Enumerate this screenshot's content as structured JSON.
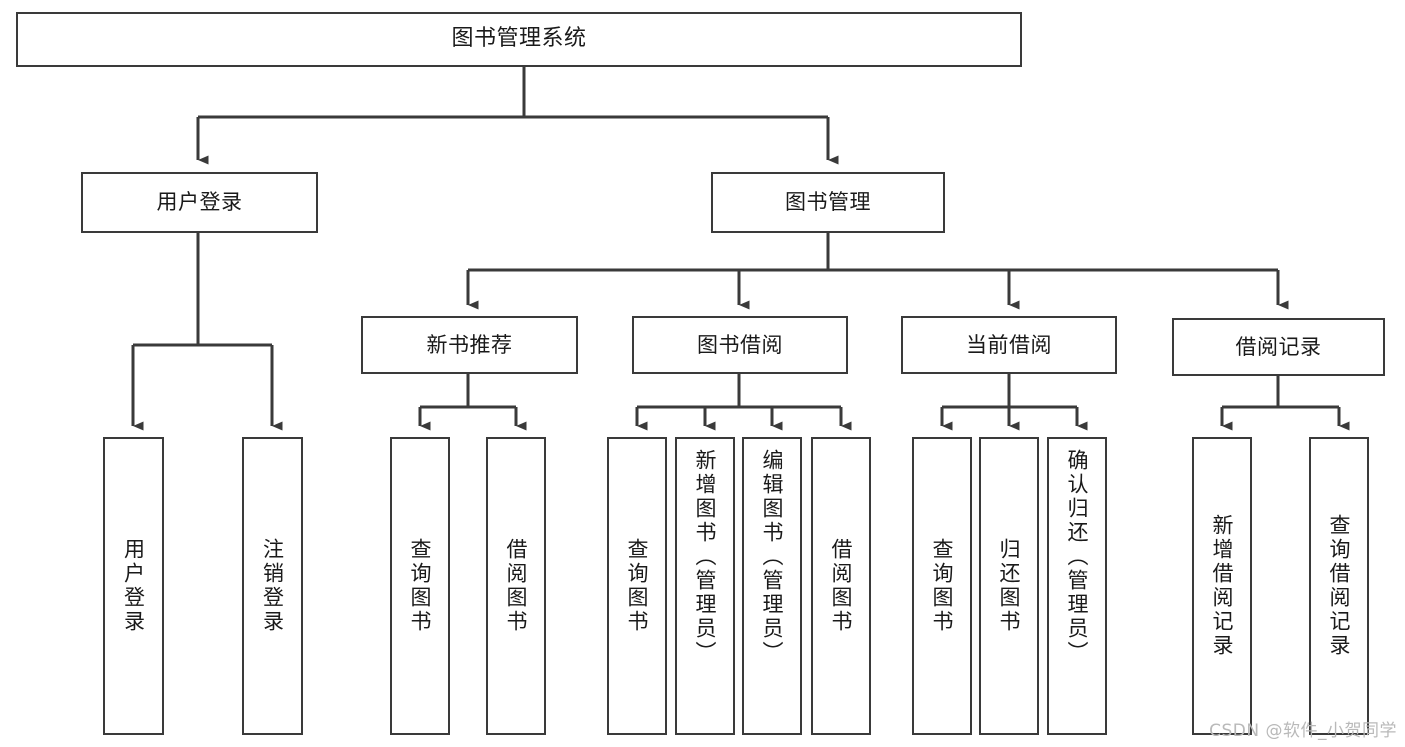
{
  "diagram": {
    "title": "图书管理系统",
    "type": "功能结构图",
    "watermark": "CSDN @软件_小贺同学",
    "colors": {
      "border": "#3a3a3a",
      "background": "#ffffff",
      "text": "#1a1a1a",
      "watermark": "#b9b9b9"
    }
  },
  "nodes": {
    "root": {
      "label": "图书管理系统"
    },
    "level2": [
      {
        "id": "user-login",
        "label": "用户登录"
      },
      {
        "id": "book-manage",
        "label": "图书管理"
      }
    ],
    "level3": [
      {
        "id": "new-book-recommend",
        "label": "新书推荐"
      },
      {
        "id": "book-borrow",
        "label": "图书借阅"
      },
      {
        "id": "current-borrow",
        "label": "当前借阅"
      },
      {
        "id": "borrow-record",
        "label": "借阅记录"
      }
    ],
    "leaves": {
      "user-login": [
        {
          "id": "leaf-user-login",
          "label": "用户登录"
        },
        {
          "id": "leaf-logout-login",
          "label": "注销登录"
        }
      ],
      "new-book-recommend": [
        {
          "id": "leaf-query-book-1",
          "label": "查询图书"
        },
        {
          "id": "leaf-borrow-book-1",
          "label": "借阅图书"
        }
      ],
      "book-borrow": [
        {
          "id": "leaf-query-book-2",
          "label": "查询图书"
        },
        {
          "id": "leaf-add-book",
          "label": "新增图书（管理员）"
        },
        {
          "id": "leaf-edit-book",
          "label": "编辑图书（管理员）"
        },
        {
          "id": "leaf-borrow-book-2",
          "label": "借阅图书"
        }
      ],
      "current-borrow": [
        {
          "id": "leaf-query-book-3",
          "label": "查询图书"
        },
        {
          "id": "leaf-return-book",
          "label": "归还图书"
        },
        {
          "id": "leaf-confirm-return",
          "label": "确认归还（管理员）"
        }
      ],
      "borrow-record": [
        {
          "id": "leaf-add-record",
          "label": "新增借阅记录"
        },
        {
          "id": "leaf-query-record",
          "label": "查询借阅记录"
        }
      ]
    }
  }
}
